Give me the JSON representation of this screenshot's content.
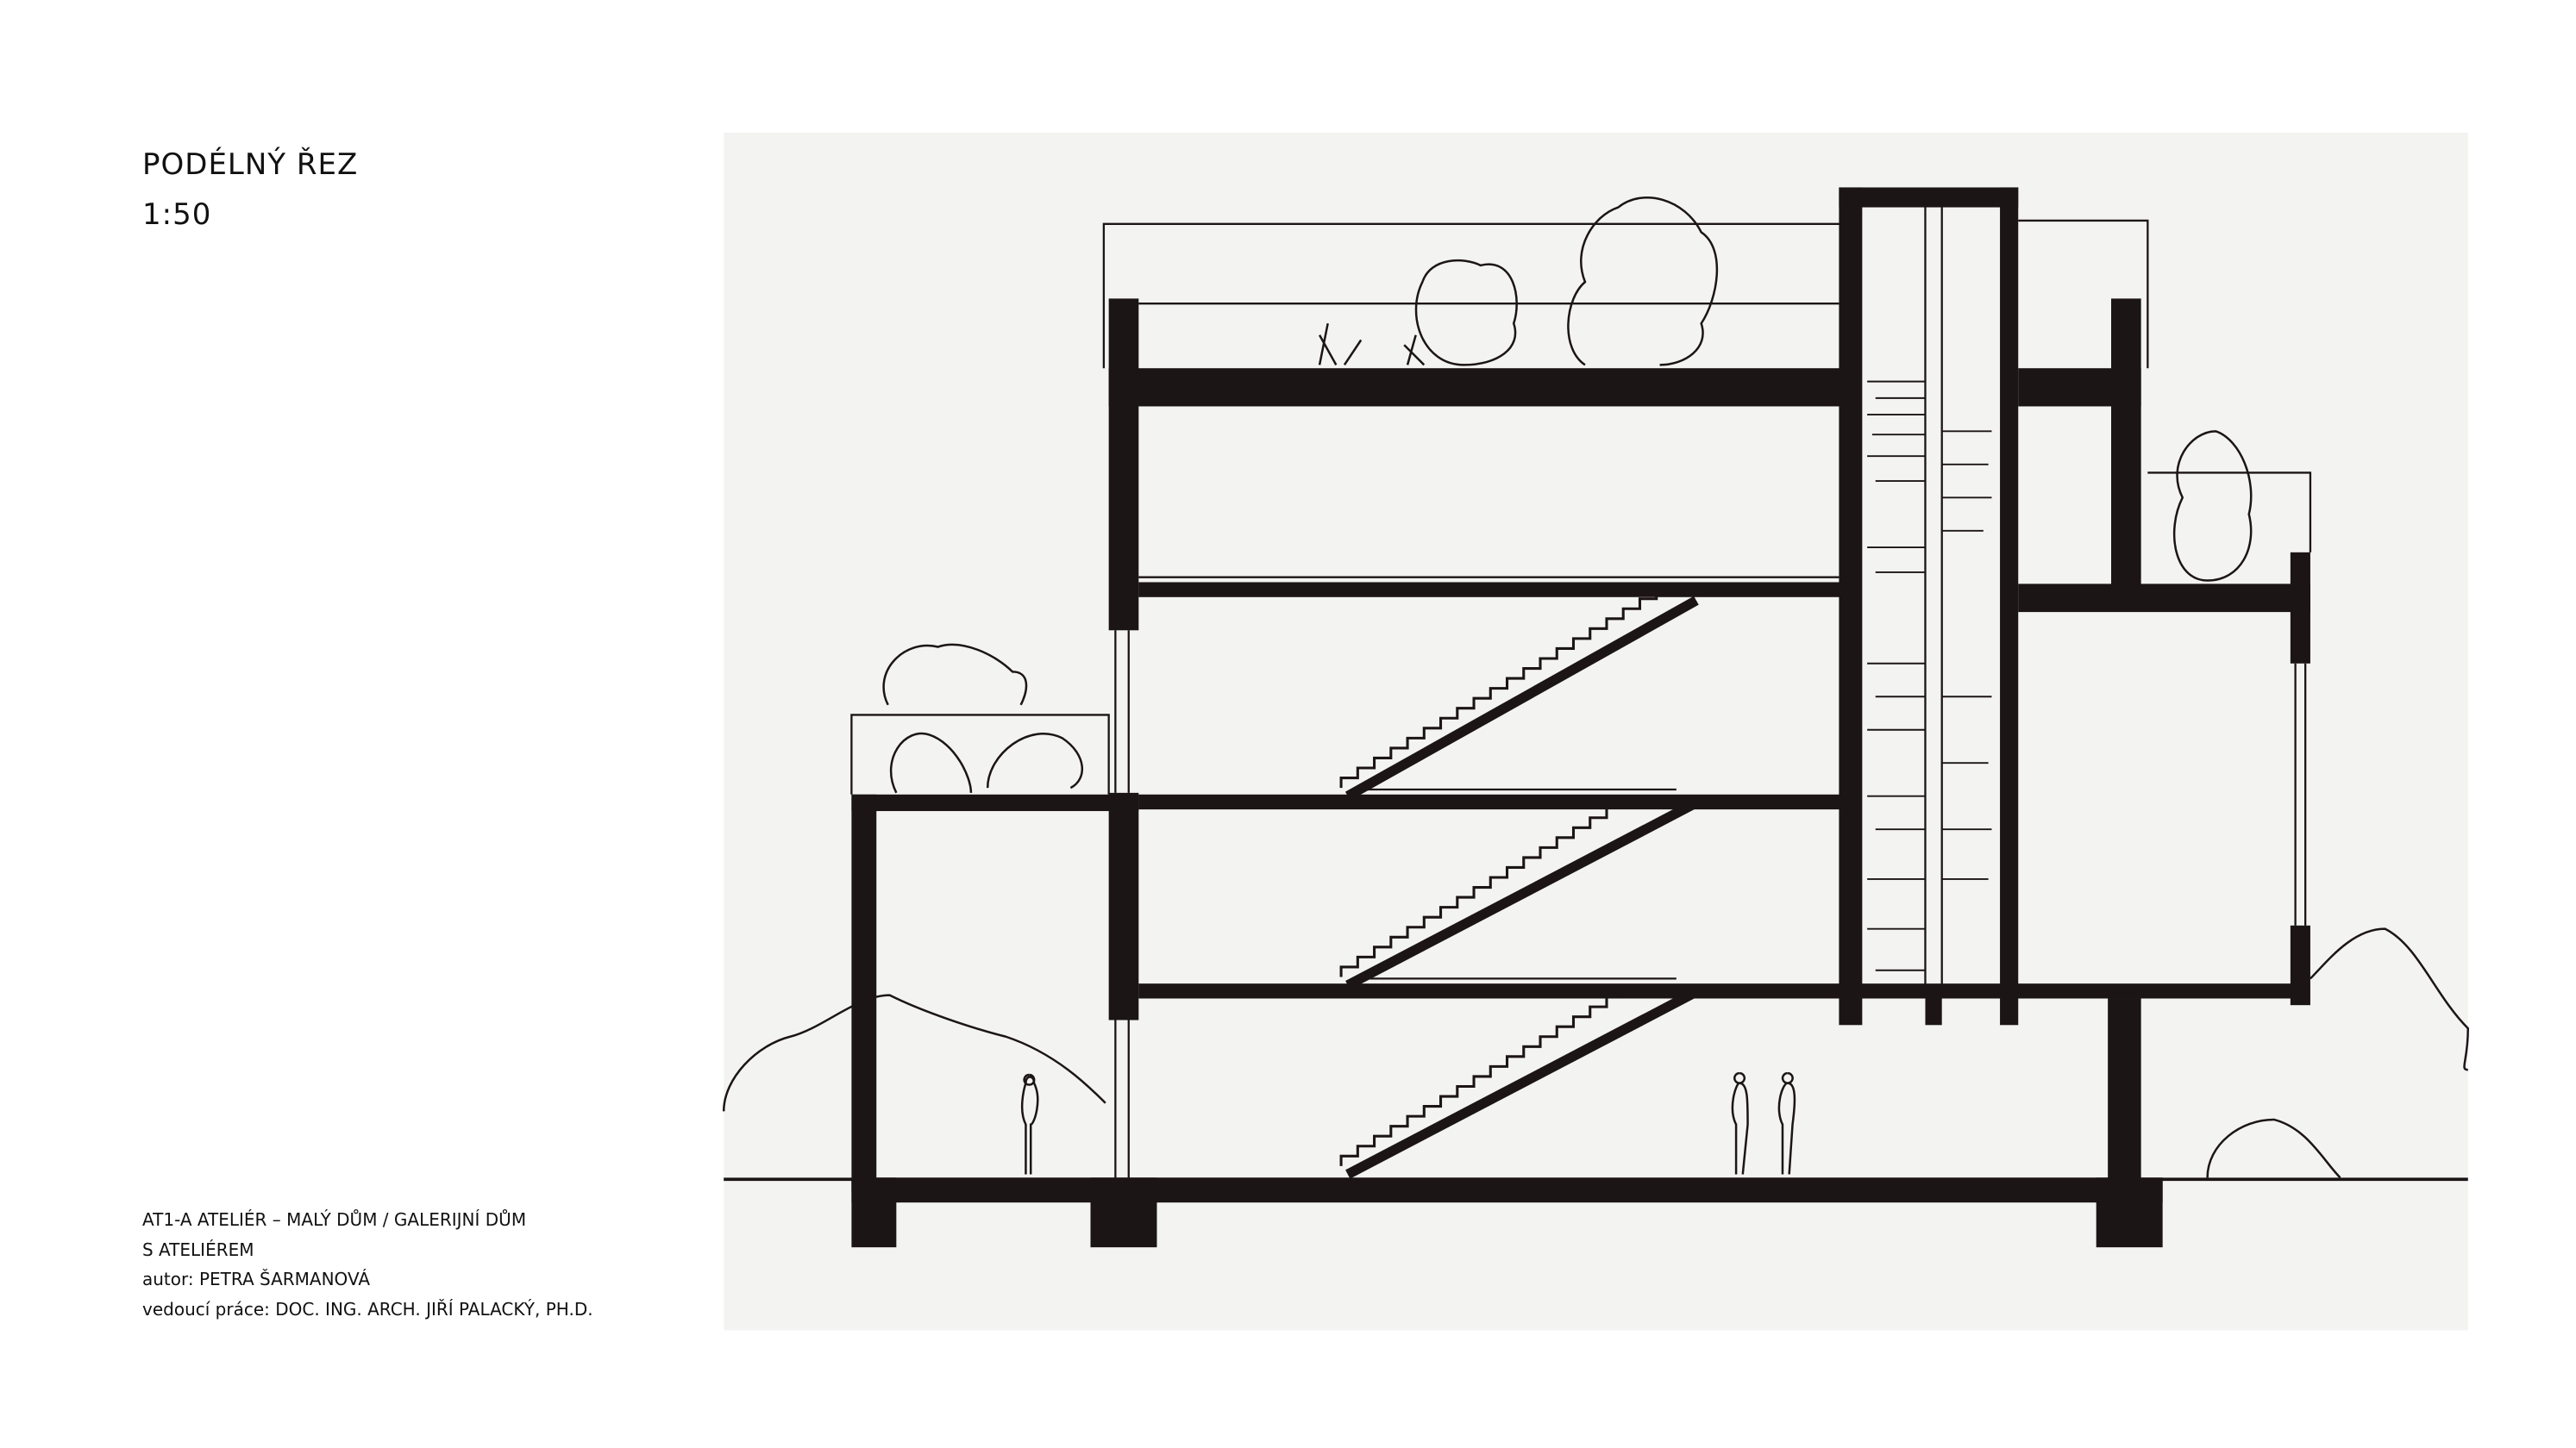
{
  "sheet": {
    "title": "PODÉLNÝ ŘEZ",
    "scale": "1:50"
  },
  "credits": {
    "project_line1": "AT1-A ATELIÉR – MALÝ DŮM / GALERIJNÍ DŮM",
    "project_line2": "S ATELIÉREM",
    "author": "autor: PETRA ŠARMANOVÁ",
    "supervisor": "vedoucí práce: DOC. ING. ARCH. JIŘÍ PALACKÝ, PH.D."
  },
  "colors": {
    "ink": "#1a1414",
    "paper": "#f3f3f1"
  }
}
